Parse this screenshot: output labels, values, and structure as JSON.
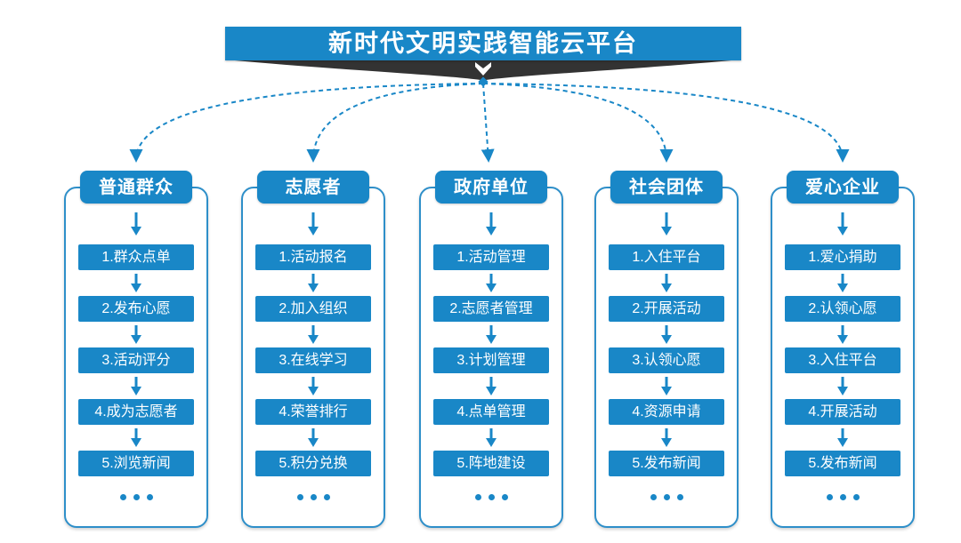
{
  "title": "新时代文明实践智能云平台",
  "colors": {
    "primary_blue": "#1987c7",
    "outline_blue": "#2e8fc9",
    "dark_ribbon": "#333333",
    "background": "#ffffff"
  },
  "icons": {
    "ribbon_chevron": "down-chevron",
    "connector_origin": "diamond-node",
    "flow_arrow": "down-arrow",
    "ellipsis": "•••"
  },
  "columns": [
    {
      "header": "普通群众",
      "items": [
        "1.群众点单",
        "2.发布心愿",
        "3.活动评分",
        "4.成为志愿者",
        "5.浏览新闻"
      ]
    },
    {
      "header": "志愿者",
      "items": [
        "1.活动报名",
        "2.加入组织",
        "3.在线学习",
        "4.荣誉排行",
        "5.积分兑换"
      ]
    },
    {
      "header": "政府单位",
      "items": [
        "1.活动管理",
        "2.志愿者管理",
        "3.计划管理",
        "4.点单管理",
        "5.阵地建设"
      ]
    },
    {
      "header": "社会团体",
      "items": [
        "1.入住平台",
        "2.开展活动",
        "3.认领心愿",
        "4.资源申请",
        "5.发布新闻"
      ]
    },
    {
      "header": "爱心企业",
      "items": [
        "1.爱心捐助",
        "2.认领心愿",
        "3.入住平台",
        "4.开展活动",
        "5.发布新闻"
      ]
    }
  ]
}
